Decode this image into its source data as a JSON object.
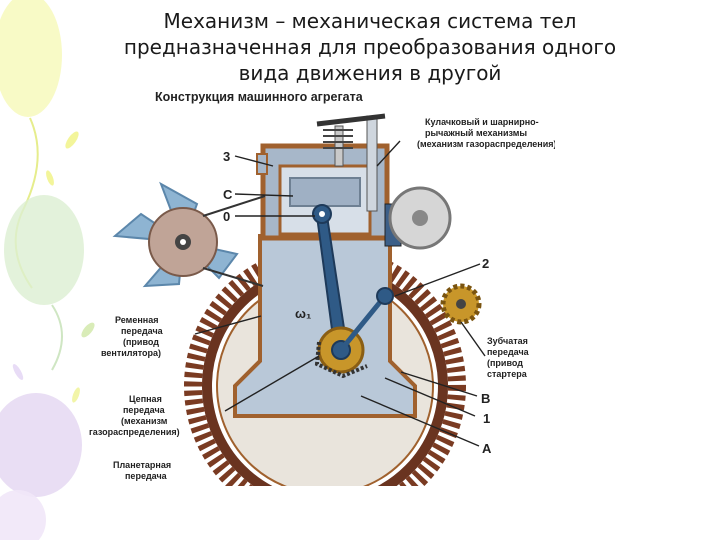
{
  "slide": {
    "title_lines": [
      "Механизм – механическая система тел",
      "предназначенная для преобразования одного",
      "вида движения в другой"
    ]
  },
  "diagram": {
    "heading": "Конструкция машинного агрегата",
    "labels": {
      "cam": [
        "Кулачковый и шарнирно-",
        "рычажный механизмы",
        "(механизм газораспределения)"
      ],
      "belt": [
        "Ременная",
        "передача",
        "(привод",
        "вентилятора)"
      ],
      "chain": [
        "Цепная",
        "передача",
        "(механизм",
        "газораспределения)"
      ],
      "planetary": [
        "Планетарная",
        "передача"
      ],
      "gear": [
        "Зубчатая",
        "передача",
        "(привод",
        "стартера"
      ]
    },
    "markers": {
      "three": "3",
      "c": "С",
      "zero": "0",
      "two": "2",
      "b": "В",
      "one": "1",
      "a": "А",
      "omega": "ω₁"
    }
  },
  "colors": {
    "body_fill": "#b9c8d8",
    "body_stroke": "#a0612e",
    "ring": "#7a3b22",
    "link": "#2f5a86",
    "gear": "#c8962a",
    "fan": "#8eb4d2"
  }
}
